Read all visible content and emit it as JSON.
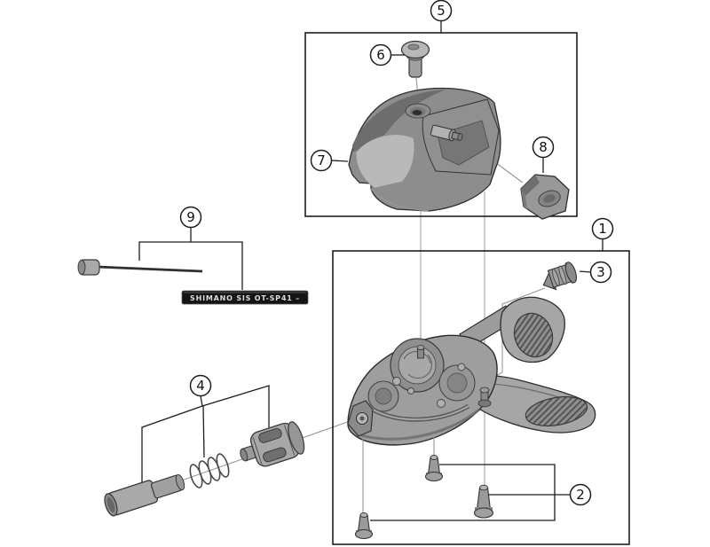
{
  "diagram": {
    "type": "exploded-parts-diagram",
    "background": "#ffffff",
    "outline_color": "#1d1d1d",
    "leader_color": "#979797",
    "part_fill": "#a6a6a6",
    "callouts": [
      {
        "label": "1"
      },
      {
        "label": "2"
      },
      {
        "label": "3"
      },
      {
        "label": "4"
      },
      {
        "label": "5"
      },
      {
        "label": "6"
      },
      {
        "label": "7"
      },
      {
        "label": "8"
      },
      {
        "label": "9"
      }
    ],
    "cable_label": "SHIMANO SIS OT-SP41 –"
  }
}
